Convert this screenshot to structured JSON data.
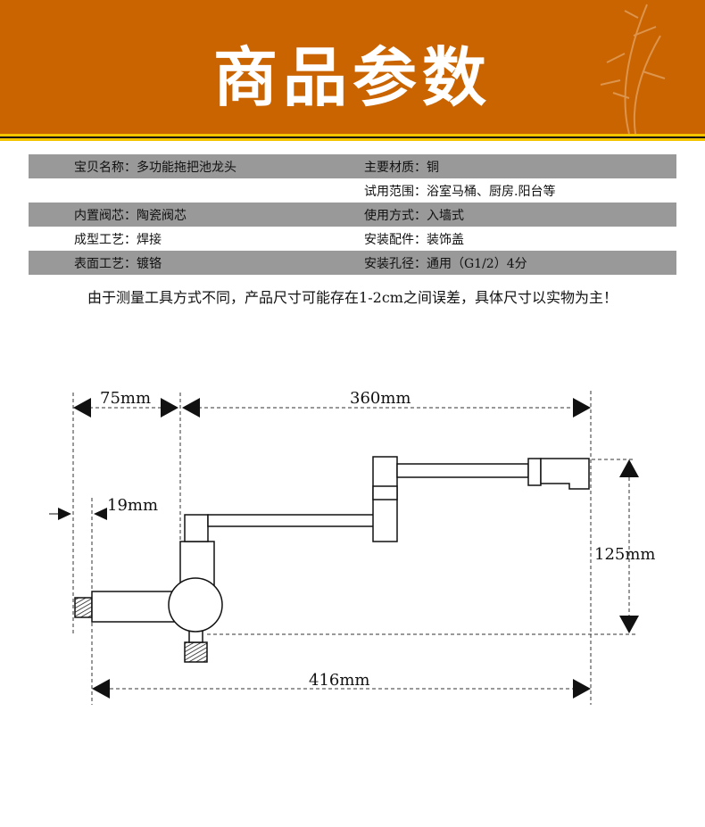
{
  "header": {
    "title": "商品参数",
    "bg": "#c96400"
  },
  "specs": [
    [
      "宝贝名称：多功能拖把池龙头",
      "主要材质：铜"
    ],
    [
      "",
      "试用范围：浴室马桶、厨房.阳台等"
    ],
    [
      "内置阀芯：陶瓷阀芯",
      "使用方式：入墙式"
    ],
    [
      "成型工艺：焊接",
      "安装配件：装饰盖"
    ],
    [
      "表面工艺：镀铬",
      "安装孔径：通用（G1/2）4分"
    ]
  ],
  "note": "由于测量工具方式不同，产品尺寸可能存在1-2cm之间误差，具体尺寸以实物为主！",
  "dims": {
    "a": "75mm",
    "b": "360mm",
    "c": "19mm",
    "d": "125mm",
    "e": "416mm"
  }
}
